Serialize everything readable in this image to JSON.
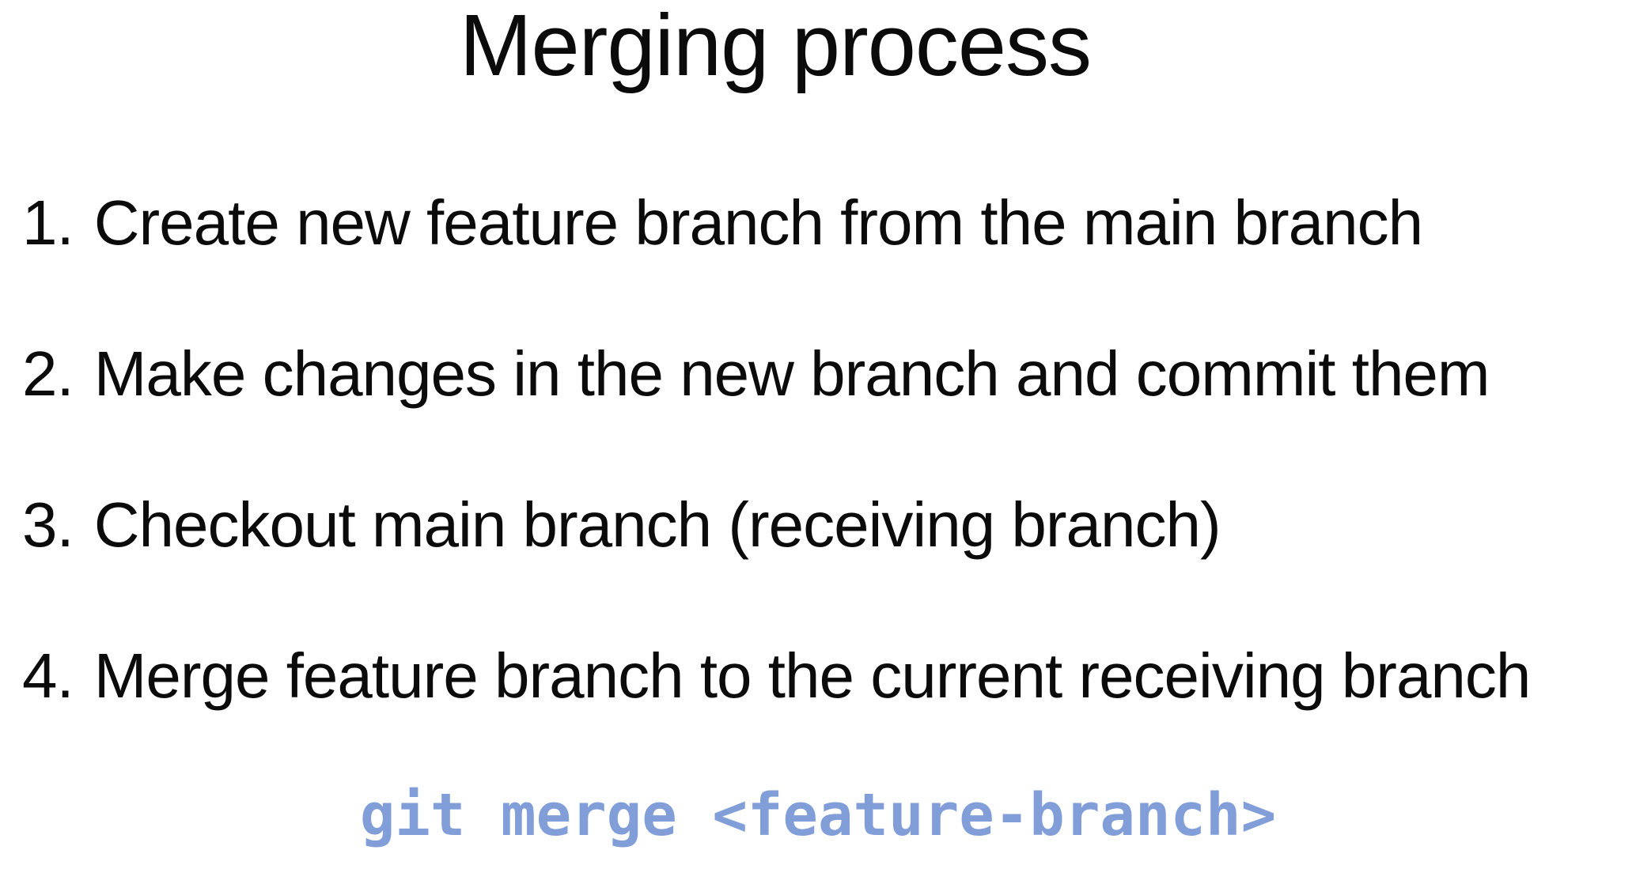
{
  "slide": {
    "title": "Merging process",
    "steps": [
      {
        "number": "1.",
        "text": "Create new feature branch from the main branch"
      },
      {
        "number": "2.",
        "text": "Make changes in the new branch and commit them"
      },
      {
        "number": "3.",
        "text": "Checkout main branch (receiving branch)"
      },
      {
        "number": "4.",
        "text": "Merge feature branch to the current receiving branch"
      }
    ],
    "command": "git merge <feature-branch>",
    "colors": {
      "background": "#FFFFFF",
      "body_text": "#0B0B0B",
      "command_text": "#819ED9"
    }
  }
}
